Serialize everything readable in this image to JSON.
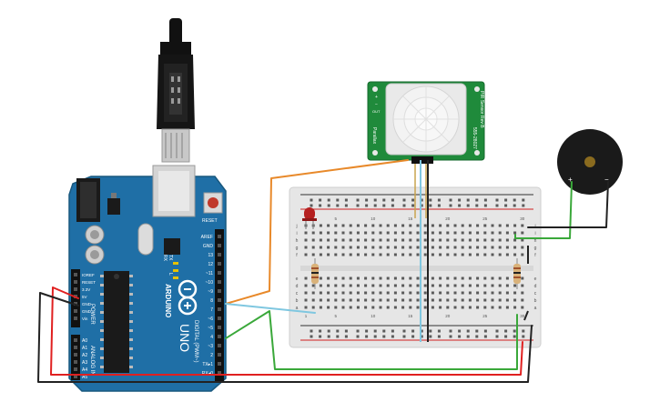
{
  "arduino": {
    "brand": "ARDUINO",
    "model": "UNO",
    "power_title": "POWER",
    "analog_title": "ANALOG IN",
    "digital_title": "DIGITAL (PWM~)",
    "led_labels": [
      "TX",
      "RX",
      "L"
    ],
    "reset_label": "RESET",
    "power_pins": [
      "IOREF",
      "RESET",
      "3.3V",
      "5V",
      "GND",
      "GND",
      "Vin"
    ],
    "analog_pins": [
      "A0",
      "A1",
      "A2",
      "A3",
      "A4",
      "A5"
    ],
    "digital_pins": [
      "AREF",
      "GND",
      "13",
      "12",
      "~11",
      "~10",
      "~9",
      "8",
      "7",
      "~6",
      "~5",
      "4",
      "~3",
      "2",
      "TX▸1",
      "RX◂0"
    ]
  },
  "pir": {
    "vendor": "Parallax",
    "label": "PIR Sensor Rev B",
    "part": "555-28027",
    "pin_labels": [
      "+",
      "−",
      "OUT"
    ]
  },
  "buzzer": {
    "plus": "+",
    "minus": "−"
  },
  "breadboard": {
    "col_numbers": [
      "1",
      "5",
      "10",
      "15",
      "20",
      "25",
      "30"
    ],
    "row_letters_top": [
      "j",
      "i",
      "h",
      "g",
      "f"
    ],
    "row_letters_bottom": [
      "e",
      "d",
      "c",
      "b",
      "a"
    ]
  },
  "colors": {
    "board": "#1f6fa6",
    "wire_orange": "#e8892a",
    "wire_light_blue": "#7fc7e0",
    "wire_green": "#3aa83a",
    "wire_red": "#e02020",
    "wire_black": "#222222",
    "pcb_green": "#1f8a3b"
  }
}
